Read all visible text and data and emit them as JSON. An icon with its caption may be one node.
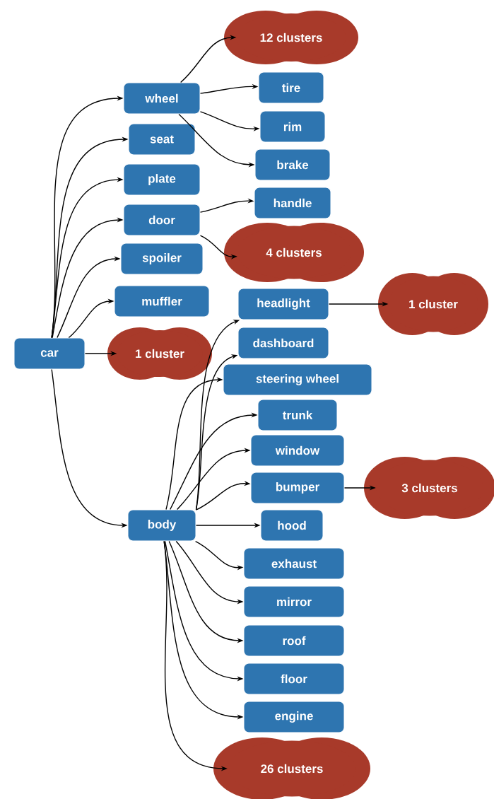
{
  "diagram": {
    "nodes": [
      {
        "text": [
          "car"
        ]
      },
      {
        "text": [
          "wheel"
        ]
      },
      {
        "text": [
          "seat"
        ]
      },
      {
        "text": [
          "plate"
        ]
      },
      {
        "text": [
          "door"
        ]
      },
      {
        "text": [
          "spoiler"
        ]
      },
      {
        "text": [
          "muffler"
        ]
      },
      {
        "text": [
          "1 cluster"
        ]
      },
      {
        "text": [
          "body"
        ]
      },
      {
        "text": [
          "12 clusters"
        ]
      },
      {
        "text": [
          "tire"
        ]
      },
      {
        "text": [
          "rim"
        ]
      },
      {
        "text": [
          "brake"
        ]
      },
      {
        "text": [
          "handle"
        ]
      },
      {
        "text": [
          "4 clusters"
        ]
      },
      {
        "text": [
          "headlight"
        ]
      },
      {
        "text": [
          "dashboard"
        ]
      },
      {
        "text": [
          "steering wheel"
        ]
      },
      {
        "text": [
          "trunk"
        ]
      },
      {
        "text": [
          "window"
        ]
      },
      {
        "text": [
          "bumper"
        ]
      },
      {
        "text": [
          "hood"
        ]
      },
      {
        "text": [
          "exhaust"
        ]
      },
      {
        "text": [
          "mirror"
        ]
      },
      {
        "text": [
          "roof"
        ]
      },
      {
        "text": [
          "floor"
        ]
      },
      {
        "text": [
          "engine"
        ]
      },
      {
        "text": [
          "1 cluster"
        ]
      },
      {
        "text": [
          "3 clusters"
        ]
      },
      {
        "text": [
          "26 clusters"
        ]
      }
    ],
    "edges": [
      {
        "from": 0,
        "to": 1,
        "arrow": "to"
      },
      {
        "from": 0,
        "to": 2,
        "arrow": "to"
      },
      {
        "from": 0,
        "to": 3,
        "arrow": "to"
      },
      {
        "from": 0,
        "to": 4,
        "arrow": "to"
      },
      {
        "from": 0,
        "to": 5,
        "arrow": "to"
      },
      {
        "from": 0,
        "to": 6,
        "arrow": "to"
      },
      {
        "from": 0,
        "to": 7,
        "arrow": "to"
      },
      {
        "from": 0,
        "to": 8,
        "arrow": "to"
      },
      {
        "from": 1,
        "to": 9,
        "arrow": "to"
      },
      {
        "from": 1,
        "to": 10,
        "arrow": "to"
      },
      {
        "from": 1,
        "to": 11,
        "arrow": "to"
      },
      {
        "from": 1,
        "to": 12,
        "arrow": "to"
      },
      {
        "from": 4,
        "to": 13,
        "arrow": "to"
      },
      {
        "from": 4,
        "to": 14,
        "arrow": "to"
      },
      {
        "from": 8,
        "to": 15,
        "arrow": "to"
      },
      {
        "from": 8,
        "to": 16,
        "arrow": "to"
      },
      {
        "from": 8,
        "to": 17,
        "arrow": "to"
      },
      {
        "from": 8,
        "to": 18,
        "arrow": "to"
      },
      {
        "from": 8,
        "to": 19,
        "arrow": "to"
      },
      {
        "from": 8,
        "to": 20,
        "arrow": "to"
      },
      {
        "from": 8,
        "to": 21,
        "arrow": "to"
      },
      {
        "from": 8,
        "to": 22,
        "arrow": "to"
      },
      {
        "from": 8,
        "to": 23,
        "arrow": "to"
      },
      {
        "from": 8,
        "to": 24,
        "arrow": "to"
      },
      {
        "from": 8,
        "to": 25,
        "arrow": "to"
      },
      {
        "from": 8,
        "to": 26,
        "arrow": "to"
      },
      {
        "from": 8,
        "to": 29,
        "arrow": "to"
      },
      {
        "from": 15,
        "to": 27,
        "arrow": "to"
      },
      {
        "from": 20,
        "to": 28,
        "arrow": "to"
      }
    ]
  }
}
